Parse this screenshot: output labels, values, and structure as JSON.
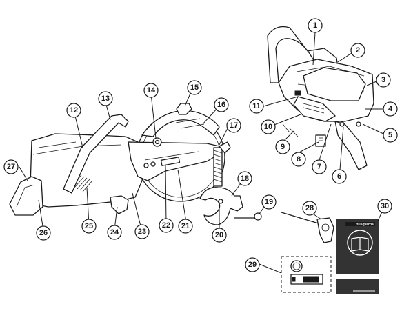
{
  "diagram": {
    "type": "exploded-parts-diagram",
    "subject": "power cutter",
    "manual_cover_brand": "Husqvarna",
    "colors": {
      "line": "#1a1a1a",
      "manual_cover": "#333333",
      "background": "#ffffff"
    },
    "callouts": [
      {
        "id": "1",
        "label": "1"
      },
      {
        "id": "2",
        "label": "2"
      },
      {
        "id": "3",
        "label": "3"
      },
      {
        "id": "4",
        "label": "4"
      },
      {
        "id": "5",
        "label": "5"
      },
      {
        "id": "6",
        "label": "6"
      },
      {
        "id": "7",
        "label": "7"
      },
      {
        "id": "8",
        "label": "8"
      },
      {
        "id": "9",
        "label": "9"
      },
      {
        "id": "10",
        "label": "10"
      },
      {
        "id": "11",
        "label": "11"
      },
      {
        "id": "12",
        "label": "12"
      },
      {
        "id": "13",
        "label": "13"
      },
      {
        "id": "14",
        "label": "14"
      },
      {
        "id": "15",
        "label": "15"
      },
      {
        "id": "16",
        "label": "16"
      },
      {
        "id": "17",
        "label": "17"
      },
      {
        "id": "18",
        "label": "18"
      },
      {
        "id": "19",
        "label": "19"
      },
      {
        "id": "20",
        "label": "20"
      },
      {
        "id": "21",
        "label": "21"
      },
      {
        "id": "22",
        "label": "22"
      },
      {
        "id": "23",
        "label": "23"
      },
      {
        "id": "24",
        "label": "24"
      },
      {
        "id": "25",
        "label": "25"
      },
      {
        "id": "26",
        "label": "26"
      },
      {
        "id": "27",
        "label": "27"
      },
      {
        "id": "28",
        "label": "28"
      },
      {
        "id": "29",
        "label": "29"
      },
      {
        "id": "30",
        "label": "30"
      }
    ]
  }
}
